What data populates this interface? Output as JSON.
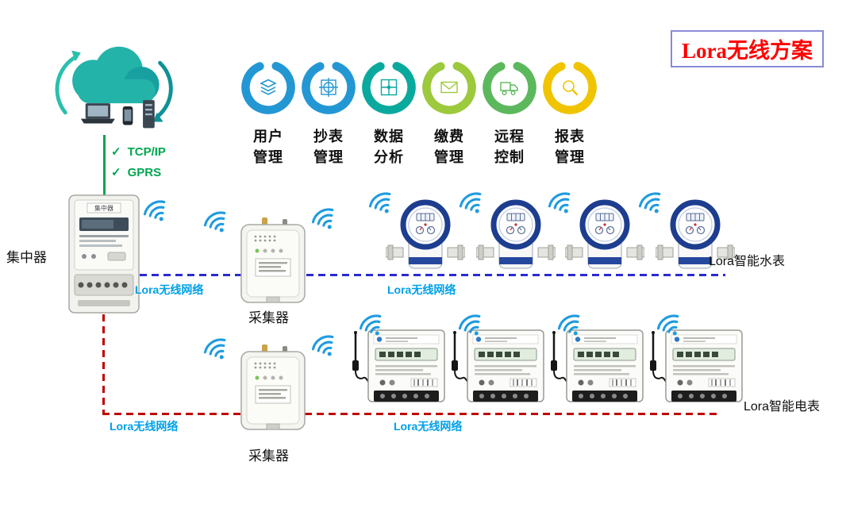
{
  "title": "Lora无线方案",
  "cloud": {
    "check_mark": "✓",
    "protocols": [
      "TCP/IP",
      "GPRS"
    ]
  },
  "features": [
    {
      "lines": [
        "用户",
        "管理"
      ],
      "color": "#2397d3",
      "icon": "layers-icon"
    },
    {
      "lines": [
        "抄表",
        "管理"
      ],
      "color": "#2397d3",
      "icon": "crosshair-icon"
    },
    {
      "lines": [
        "数据",
        "分析"
      ],
      "color": "#0aa99d",
      "icon": "window-icon"
    },
    {
      "lines": [
        "缴费",
        "管理"
      ],
      "color": "#9dc93d",
      "icon": "envelope-icon"
    },
    {
      "lines": [
        "远程",
        "控制"
      ],
      "color": "#5cb85c",
      "icon": "truck-icon"
    },
    {
      "lines": [
        "报表",
        "管理"
      ],
      "color": "#f0c400",
      "icon": "magnifier-icon"
    }
  ],
  "labels": {
    "concentrator": "集中器",
    "concentrator_screen": "集中器",
    "collector_top": "采集器",
    "collector_bottom": "采集器",
    "water_meter": "Lora智能水表",
    "electric_meter": "Lora智能电表"
  },
  "network": {
    "labels": {
      "blue_left": "Lora无线网络",
      "blue_right": "Lora无线网络",
      "red_left": "Lora无线网络",
      "red_right": "Lora无线网络"
    },
    "colors": {
      "blue_line": "#2a2ad0",
      "red_line": "#c00000",
      "net_label": "#00a0e9",
      "green_link": "#00a650",
      "wifi": "#1e9be0"
    }
  }
}
